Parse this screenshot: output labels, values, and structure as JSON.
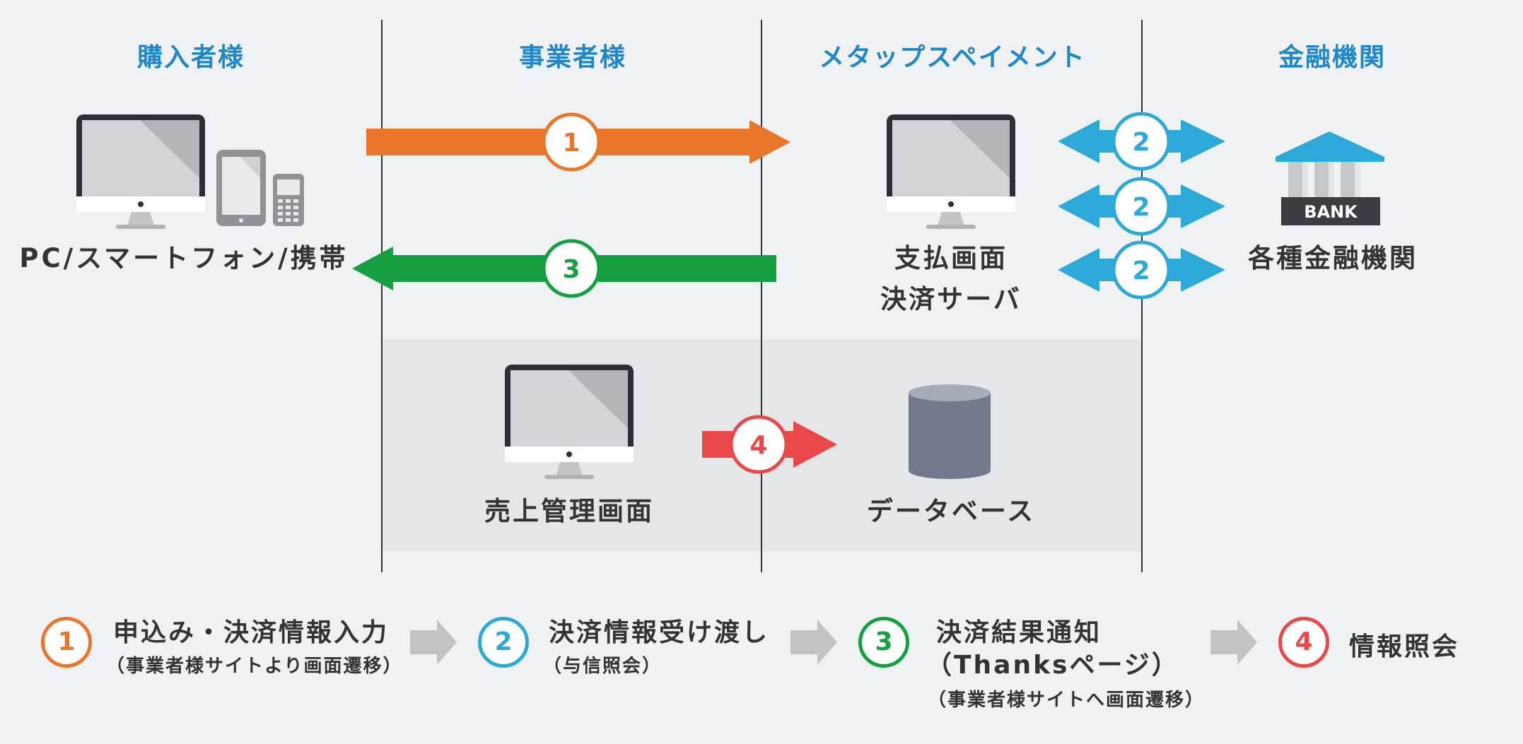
{
  "columns": [
    "購入者様",
    "事業者様",
    "メタップスペイメント",
    "金融機関"
  ],
  "labels": {
    "buyer_devices": "PC/スマートフォン/携帯",
    "payment_line1": "支払画面",
    "payment_line2": "決済サーバ",
    "bank_label": "各種金融機関",
    "bank_sign": "BANK",
    "sales_screen": "売上管理画面",
    "database": "データベース"
  },
  "steps": {
    "s1": "1",
    "s2": "2",
    "s3": "3",
    "s4": "4"
  },
  "legend": {
    "step1_title": "申込み・決済情報入力",
    "step1_sub": "（事業者様サイトより画面遷移）",
    "step2_title": "決済情報受け渡し",
    "step2_sub": "（与信照会）",
    "step3_title1": "決済結果通知",
    "step3_title2": "（Thanksページ）",
    "step3_sub": "（事業者様サイトへ画面遷移）",
    "step4_title": "情報照会"
  },
  "colors": {
    "step1": "#ea762b",
    "step2": "#2ca8d9",
    "step3": "#14a040",
    "step4": "#e9484a",
    "column_title": "#1e87c8"
  }
}
